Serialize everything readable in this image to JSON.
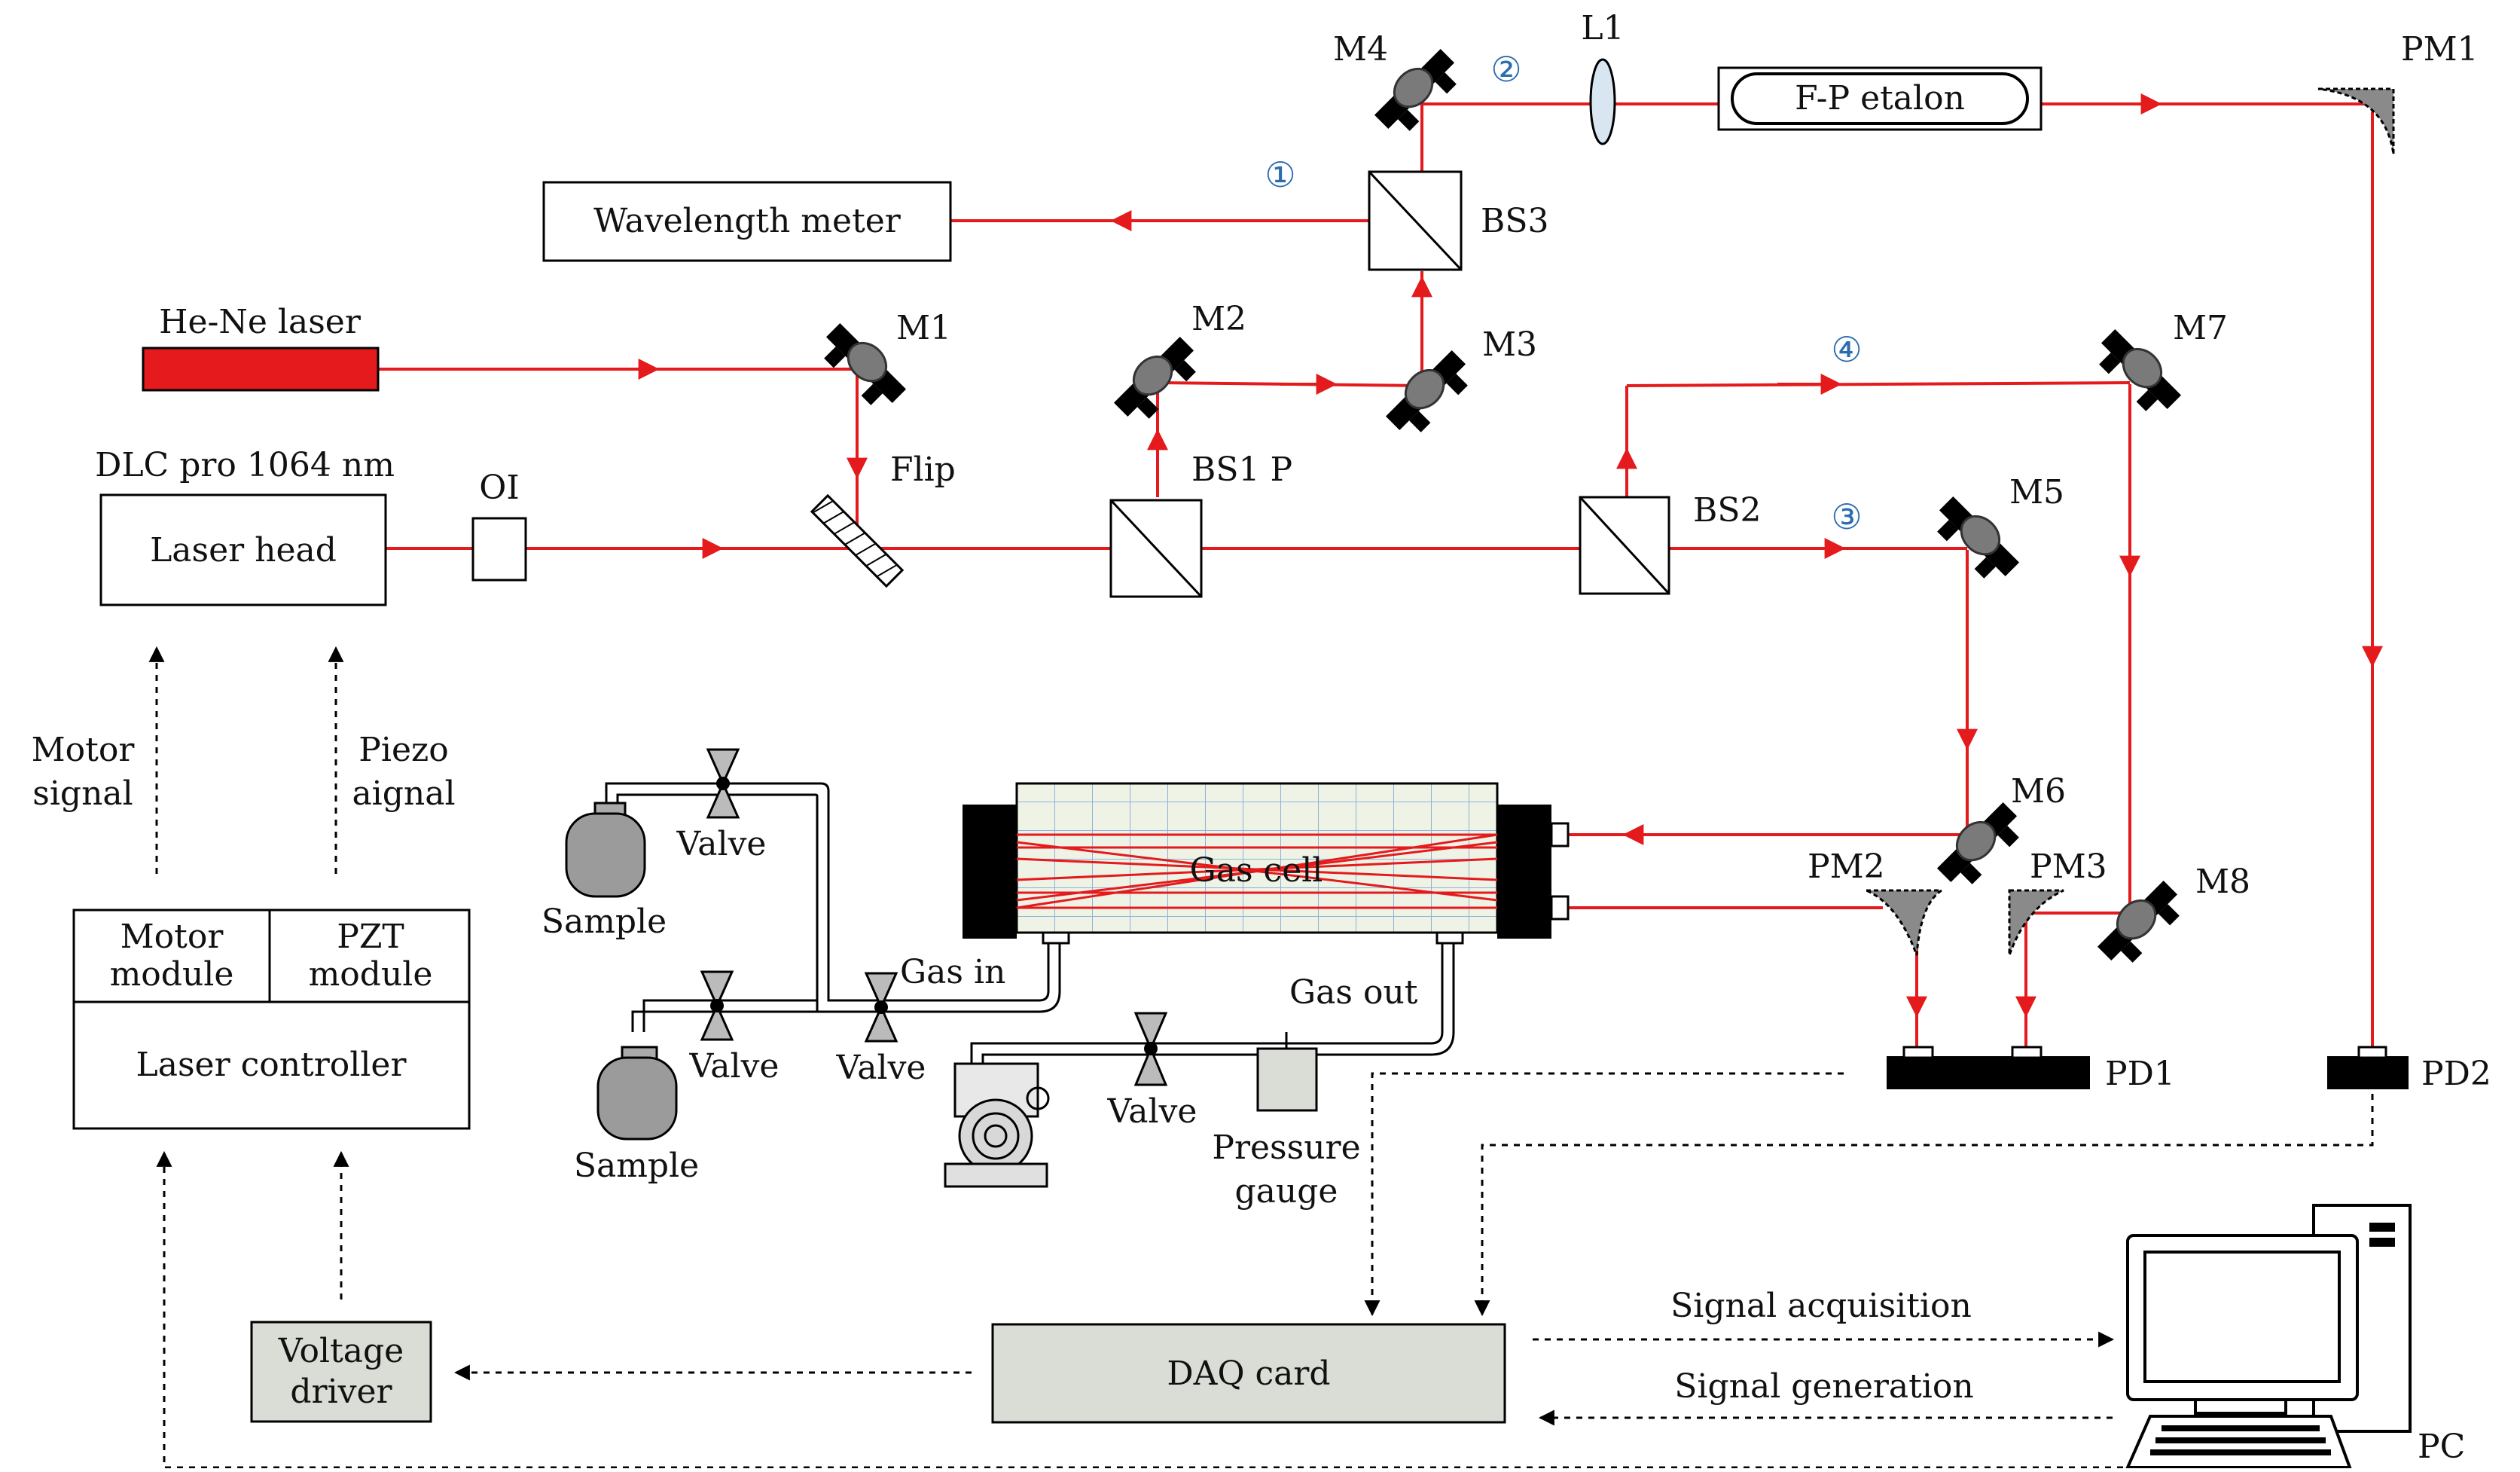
{
  "labels": {
    "wavelength_meter": "Wavelength meter",
    "he_ne": "He-Ne laser",
    "dlc": "DLC pro 1064 nm",
    "laser_head": "Laser head",
    "oi": "OI",
    "flip": "Flip",
    "m1": "M1",
    "m2": "M2",
    "m3": "M3",
    "m4": "M4",
    "m5": "M5",
    "m6": "M6",
    "m7": "M7",
    "m8": "M8",
    "bs1p": "BS1 P",
    "bs2": "BS2",
    "bs3": "BS3",
    "l1": "L1",
    "fp": "F-P etalon",
    "pm1": "PM1",
    "pm2": "PM2",
    "pm3": "PM3",
    "pd1": "PD1",
    "pd2": "PD2",
    "gas_cell": "Gas cell",
    "gas_in": "Gas in",
    "gas_out": "Gas out",
    "valve": "Valve",
    "sample": "Sample",
    "pressure_1": "Pressure",
    "pressure_2": "gauge",
    "motor_signal_1": "Motor",
    "motor_signal_2": "signal",
    "piezo_1": "Piezo",
    "piezo_2": "aignal",
    "motor_module_1": "Motor",
    "motor_module_2": "module",
    "pzt_1": "PZT",
    "pzt_2": "module",
    "laser_controller": "Laser controller",
    "voltage_1": "Voltage",
    "voltage_2": "driver",
    "daq": "DAQ card",
    "signal_acq": "Signal acquisition",
    "signal_gen": "Signal generation",
    "pc": "PC",
    "n1": "①",
    "n2": "②",
    "n3": "③",
    "n4": "④"
  },
  "colors": {
    "beam": "#e41a1c",
    "device_fill": "#dfe3dc",
    "mirror": "#000000"
  }
}
